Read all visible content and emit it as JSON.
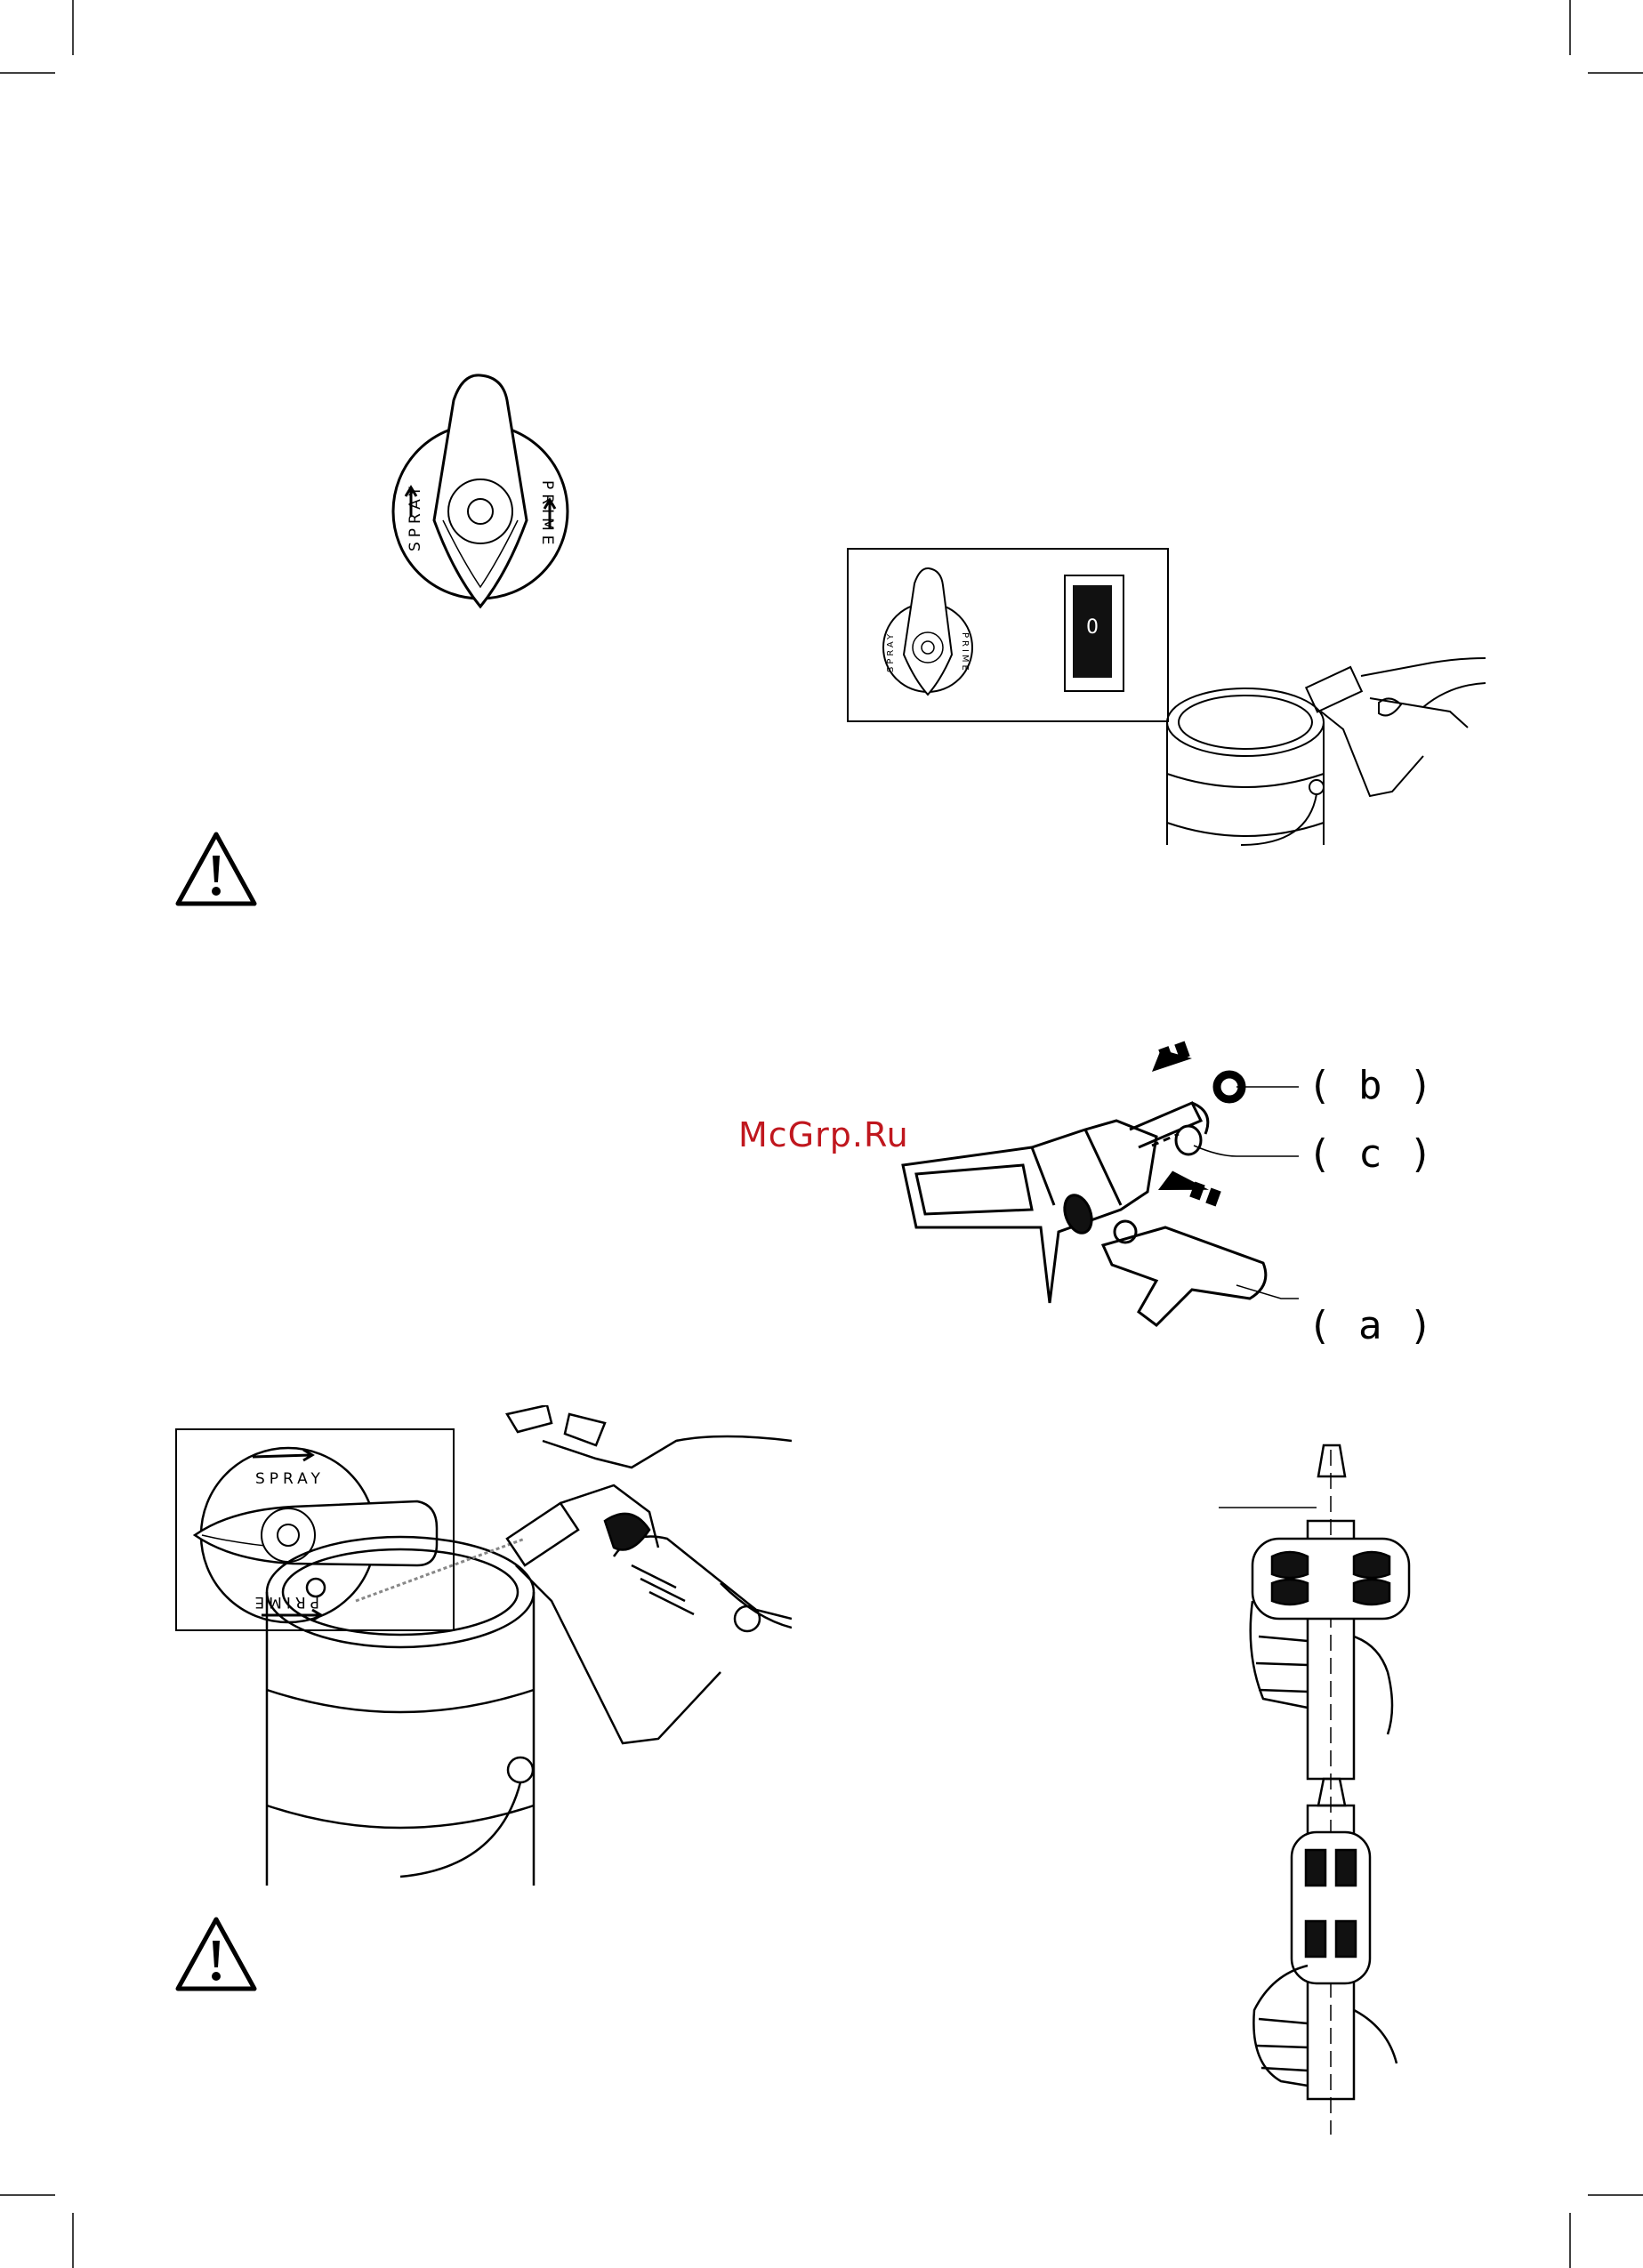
{
  "watermark": "McGrp.Ru",
  "dial": {
    "spray_label": "SPRAY",
    "prime_label": "PRIME"
  },
  "power_switch": {
    "label": "0"
  },
  "callouts": {
    "a": "( a )",
    "b": "( b )",
    "c": "( c )"
  },
  "icons": [
    "warning-icon",
    "prime-spray-dial",
    "power-switch",
    "paint-can",
    "spray-gun",
    "spray-tip",
    "tip-guard"
  ]
}
